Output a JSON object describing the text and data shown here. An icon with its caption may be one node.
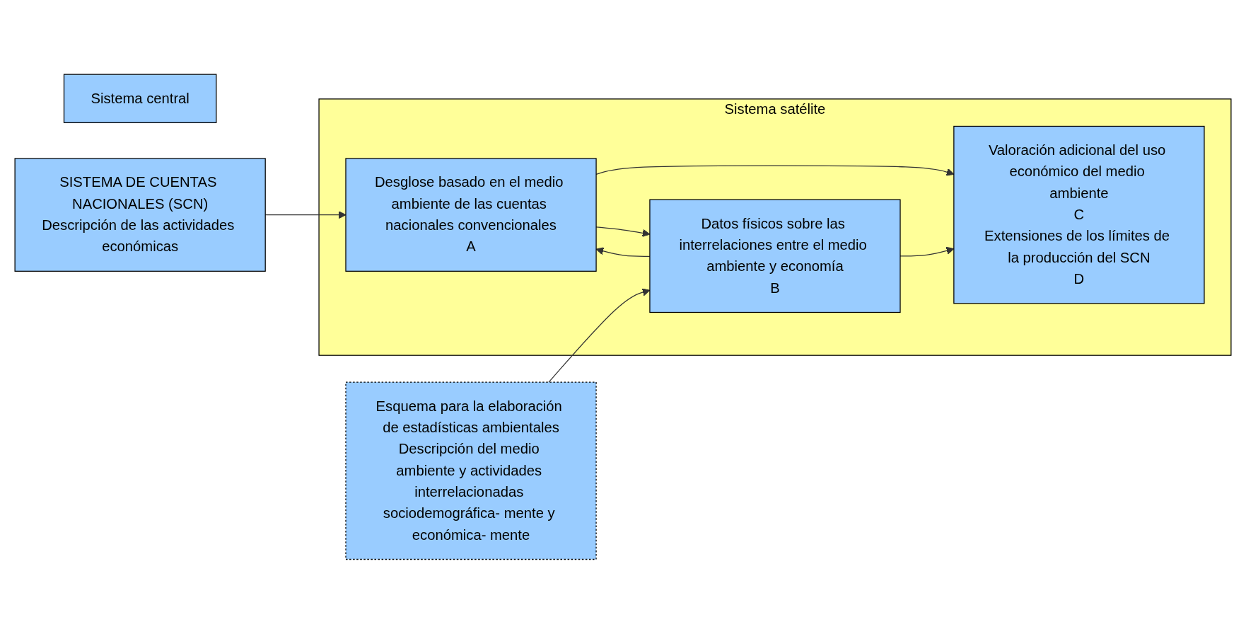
{
  "diagram": {
    "nodes": [
      {
        "text": [
          "Sistema central"
        ]
      },
      {
        "text": [
          "SISTEMA DE CUENTAS NACIONALES (SCN)",
          "Descripción de las actividades económicas"
        ]
      },
      {
        "text": [
          "Sistema satélite"
        ]
      },
      {
        "text": [
          "Desglose basado en el medio ambiente de las cuentas nacionales convencionales",
          "A"
        ],
        "in": 2
      },
      {
        "text": [
          "Valoración adicional del uso económico del medio ambiente",
          "C",
          "Extensiones de los límites de la producción del SCN",
          "D"
        ],
        "in": 2
      },
      {
        "text": [
          "Datos físicos sobre las interrelaciones entre el medio ambiente y economía",
          "B"
        ],
        "in": 2
      },
      {
        "text": [
          "Esquema para la elaboración de estadísticas ambientales",
          "Descripción del medio ambiente y actividades interrelacionadas sociodemográfica- mente y económica- mente"
        ]
      }
    ],
    "edges": [
      {
        "from": 1,
        "to": 3,
        "arrow": "to"
      },
      {
        "from": 3,
        "to": 4,
        "arrow": "to"
      },
      {
        "from": 3,
        "to": 5,
        "arrow": "to"
      },
      {
        "from": 5,
        "to": 3,
        "arrow": "to"
      },
      {
        "from": 5,
        "to": 4,
        "arrow": "to"
      },
      {
        "from": 6,
        "to": 5,
        "arrow": "to"
      }
    ]
  }
}
